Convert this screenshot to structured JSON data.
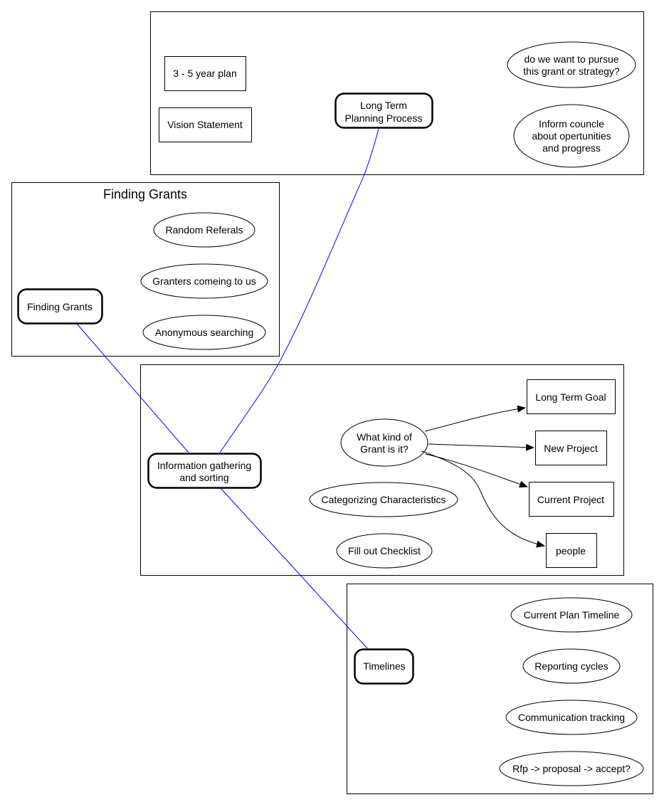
{
  "clusters": {
    "long_term_planning": {
      "nodes": {
        "plan_3_5": "3 - 5 year plan",
        "vision": "Vision Statement",
        "hub_line1": "Long Term",
        "hub_line2": "Planning Process",
        "pursue_line1": "do we want to pursue",
        "pursue_line2": "this grant or strategy?",
        "inform_line1": "Inform councle",
        "inform_line2": "about opertunities",
        "inform_line3": "and progress"
      }
    },
    "finding_grants": {
      "title": "Finding Grants",
      "nodes": {
        "hub": "Finding Grants",
        "random": "Random Referals",
        "granters": "Granters comeing to us",
        "anonymous": "Anonymous searching"
      }
    },
    "information_gathering": {
      "nodes": {
        "hub_line1": "Information gathering",
        "hub_line2": "and sorting",
        "kind_line1": "What kind of",
        "kind_line2": "Grant is it?",
        "categorizing": "Categorizing Characteristics",
        "checklist": "Fill out Checklist",
        "long_term_goal": "Long Term Goal",
        "new_project": "New Project",
        "current_project": "Current Project",
        "people": "people"
      }
    },
    "timelines": {
      "nodes": {
        "hub": "Timelines",
        "current_plan": "Current Plan Timeline",
        "reporting": "Reporting cycles",
        "communication": "Communication tracking",
        "rfp": "Rfp -> proposal -> accept?"
      }
    }
  },
  "colors": {
    "hub_link": "#0000ff",
    "arrow": "#000000"
  }
}
